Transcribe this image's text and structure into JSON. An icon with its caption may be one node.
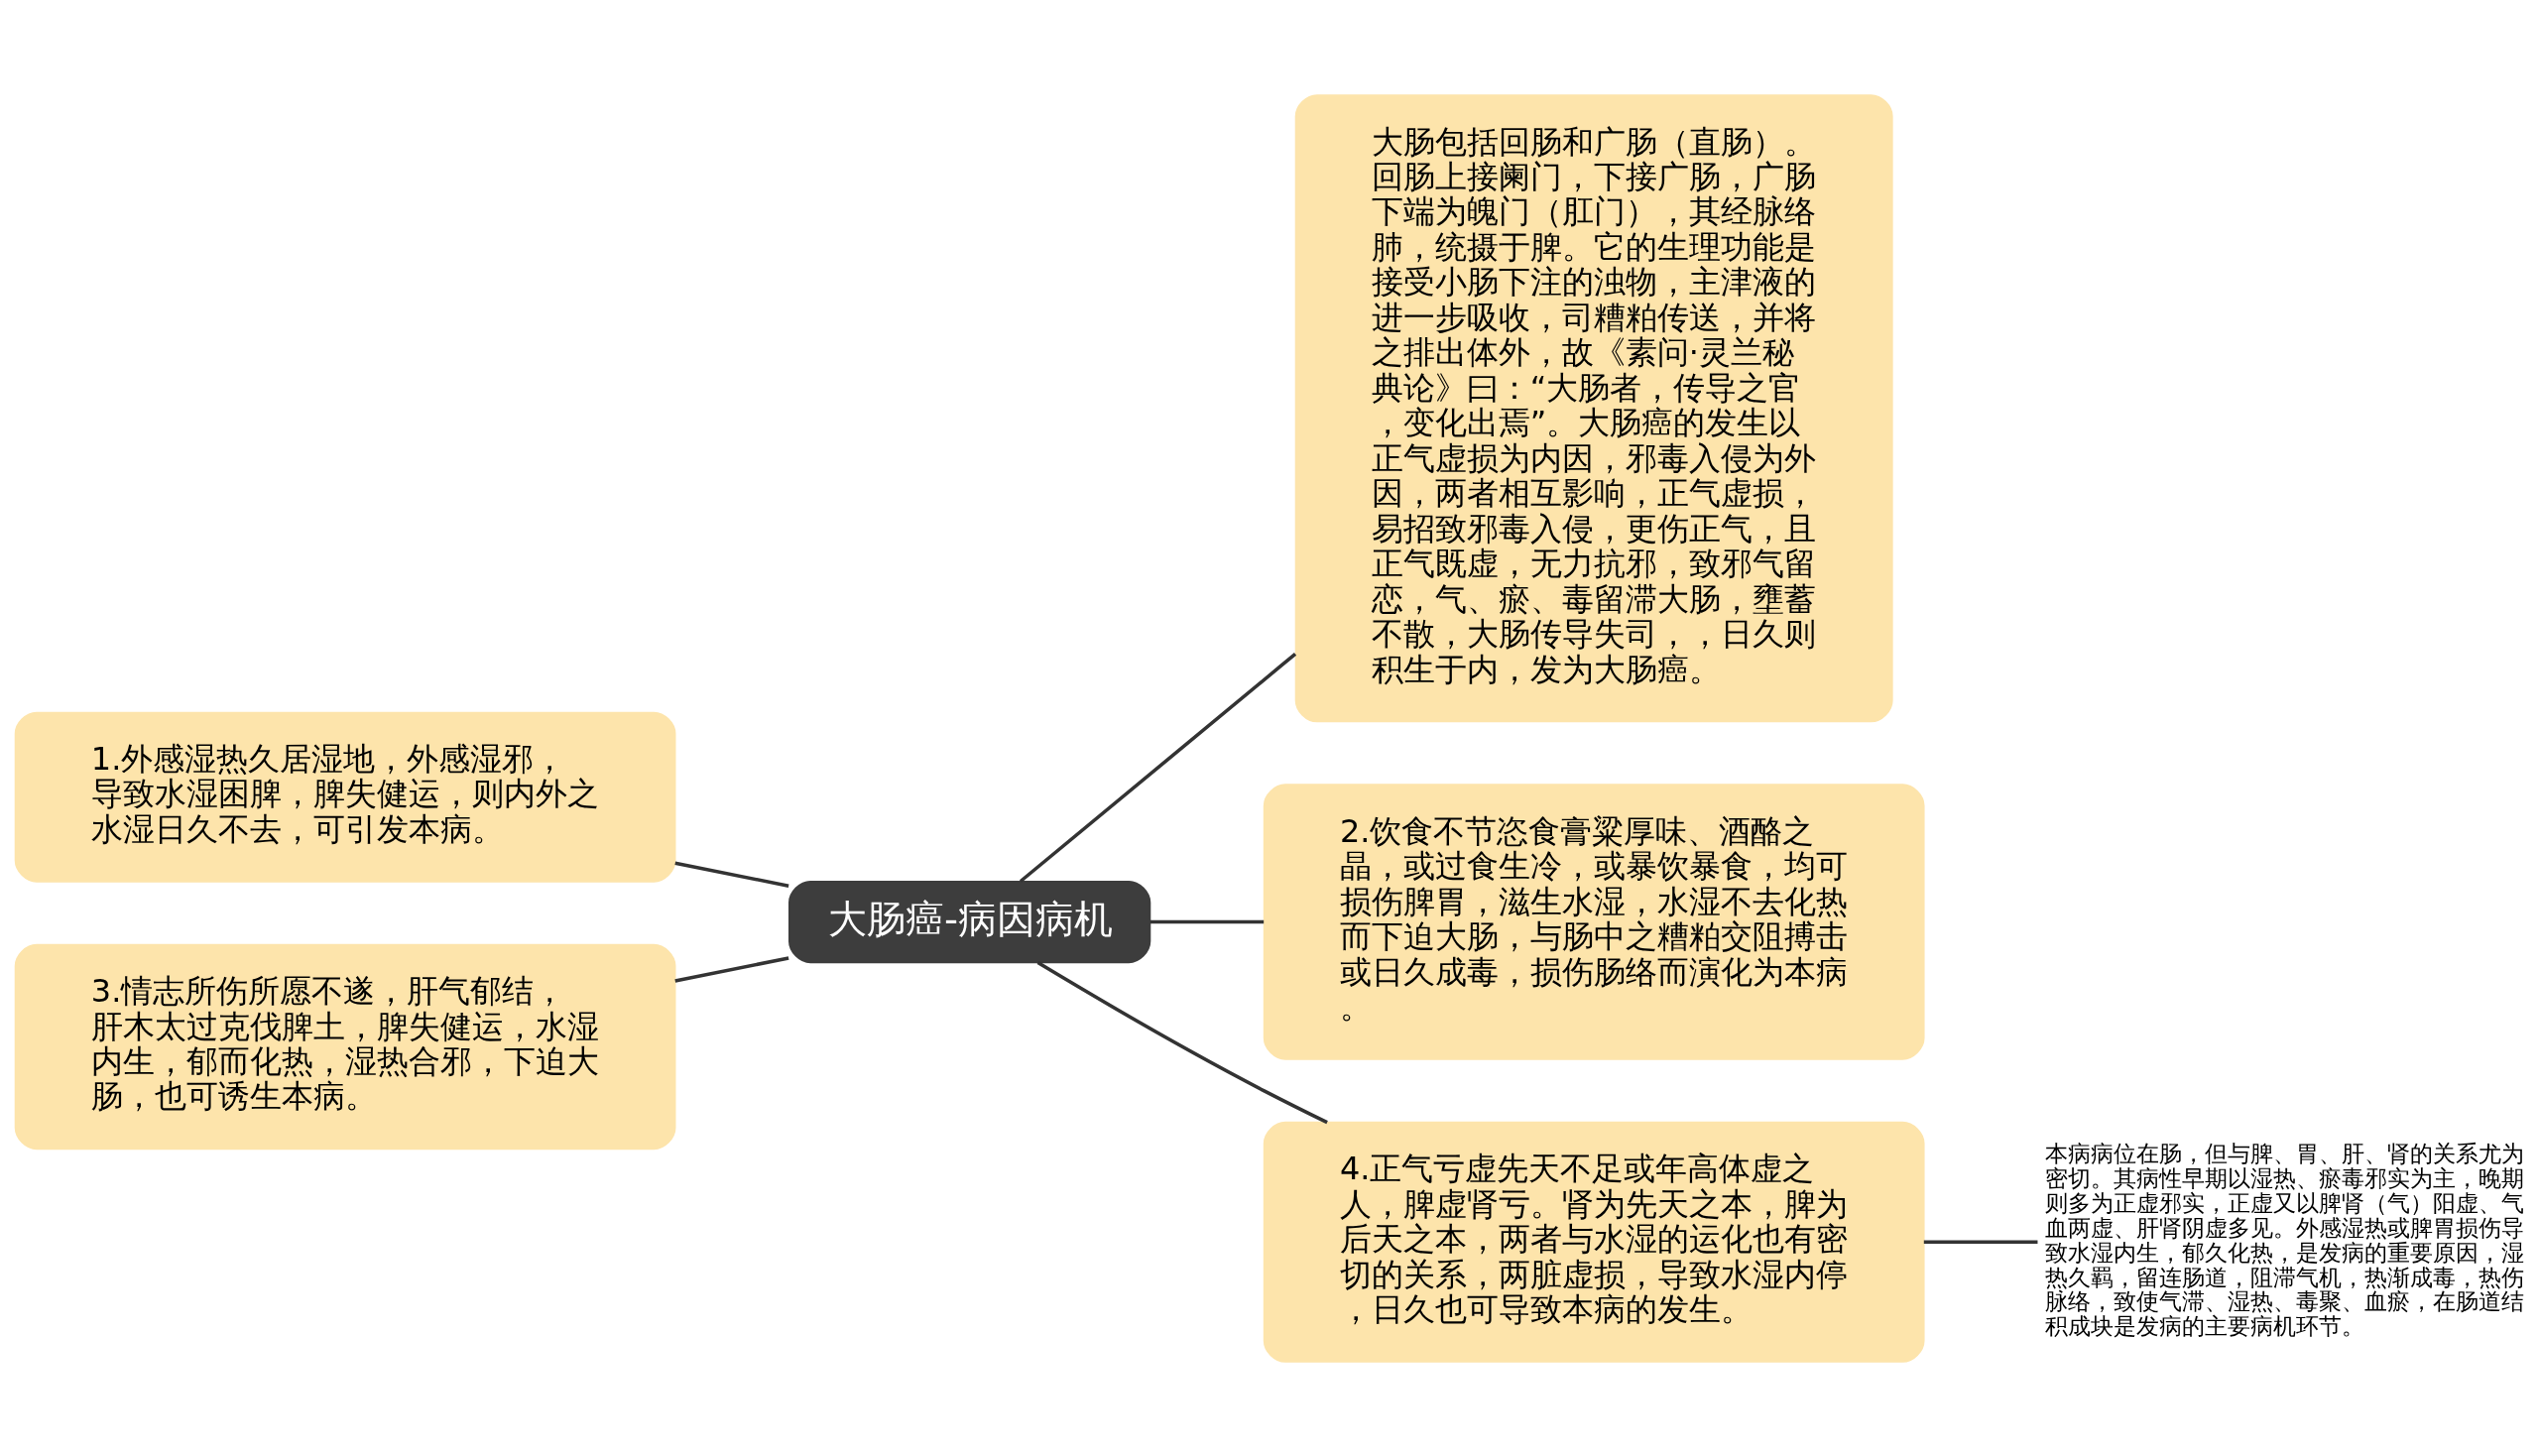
{
  "diagram": {
    "nodes": [
      {
        "text": [
          "大肠癌-病因病机"
        ]
      },
      {
        "text": [
          "大肠包括回肠和广肠（直肠）。回肠上接阑门，下接广肠，广肠下端为魄门（肛门），其经脉络肺，统摄于脾。它的生理功能是接受小肠下注的浊物，主津液的进一步吸收，司糟粕传送，并将之排出体外，故《素问·灵兰秘典论》曰：“大肠者，传导之官，变化出焉”。大肠癌的发生以正气虚损为内因，邪毒入侵为外因，两者相互影响，正气虚损，易招致邪毒入侵，更伤正气，且正气既虚，无力抗邪，致邪气留恋，气、瘀、毒留滞大肠，壅蓄不散，大肠传导失司，，日久则积生于内，发为大肠癌。"
        ]
      },
      {
        "text": [
          "1.外感湿热久居湿地，外感湿邪，导致水湿困脾，脾失健运，则内外之水湿日久不去，可引发本病。"
        ]
      },
      {
        "text": [
          "3.情志所伤所愿不遂，肝气郁结，肝木太过克伐脾土，脾失健运，水湿内生，郁而化热，湿热合邪，下迫大肠，也可诱生本病。"
        ]
      },
      {
        "text": [
          "2.饮食不节恣食膏粱厚味、酒酪之晶，或过食生冷，或暴饮暴食，均可损伤脾胃，滋生水湿，水湿不去化热而下迫大肠，与肠中之糟粕交阻搏击或日久成毒，损伤肠络而演化为本病。"
        ]
      },
      {
        "text": [
          "4.正气亏虚先天不足或年高体虚之人，脾虚肾亏。肾为先天之本，脾为后天之本，两者与水湿的运化也有密切的关系，两脏虚损，导致水湿内停，日久也可导致本病的发生。"
        ]
      },
      {
        "text": [
          "本病病位在肠，但与脾、胃、肝、肾的关系尤为密切。其病性早期以湿热、瘀毒邪实为主，晚期则多为正虚邪实，正虚又以脾肾（气）阳虚、气血两虚、肝肾阴虚多见。外感湿热或脾胃损伤导致水湿内生，郁久化热，是发病的重要原因，湿热久羁，留连肠道，阻滞气机，热渐成毒，热伤脉络，致使气滞、湿热、毒聚、血瘀，在肠道结积成块是发病的主要病机环节。"
        ]
      }
    ],
    "edges": [
      {
        "from": 0,
        "to": 1,
        "arrow": "none"
      },
      {
        "from": 0,
        "to": 2,
        "arrow": "none"
      },
      {
        "from": 0,
        "to": 3,
        "arrow": "none"
      },
      {
        "from": 0,
        "to": 4,
        "arrow": "none"
      },
      {
        "from": 0,
        "to": 5,
        "arrow": "none"
      },
      {
        "from": 5,
        "to": 6,
        "arrow": "none"
      }
    ]
  }
}
